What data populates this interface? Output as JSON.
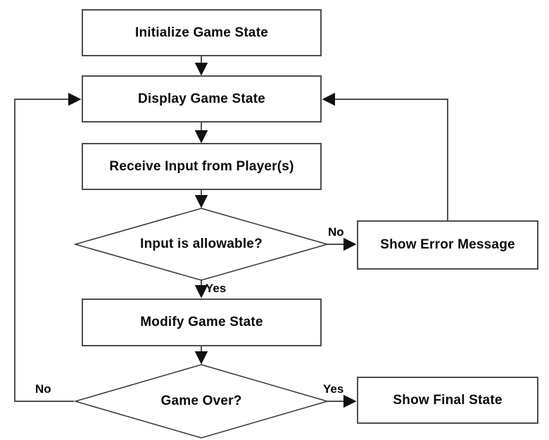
{
  "diagram": {
    "type": "flowchart",
    "background": "#ffffff",
    "colors": {
      "line": "#333333",
      "node_border": "#4d4d4d",
      "node_fill": "#ffffff",
      "text": "#0a0a0a"
    },
    "nodes": {
      "initialize": {
        "label": "Initialize Game State",
        "shape": "rect"
      },
      "display": {
        "label": "Display Game State",
        "shape": "rect"
      },
      "receive": {
        "label": "Receive Input from Player(s)",
        "shape": "rect"
      },
      "input_allowable": {
        "label": "Input is allowable?",
        "shape": "diamond"
      },
      "show_error": {
        "label": "Show Error Message",
        "shape": "rect"
      },
      "modify": {
        "label": "Modify Game State",
        "shape": "rect"
      },
      "game_over": {
        "label": "Game Over?",
        "shape": "diamond"
      },
      "show_final": {
        "label": "Show Final State",
        "shape": "rect"
      }
    },
    "edges": [
      {
        "from": "initialize",
        "to": "display",
        "label": ""
      },
      {
        "from": "display",
        "to": "receive",
        "label": ""
      },
      {
        "from": "receive",
        "to": "input_allowable",
        "label": ""
      },
      {
        "from": "input_allowable",
        "to": "show_error",
        "label": "No"
      },
      {
        "from": "show_error",
        "to": "display",
        "label": ""
      },
      {
        "from": "input_allowable",
        "to": "modify",
        "label": "Yes"
      },
      {
        "from": "modify",
        "to": "game_over",
        "label": ""
      },
      {
        "from": "game_over",
        "to": "show_final",
        "label": "Yes"
      },
      {
        "from": "game_over",
        "to": "display",
        "label": "No"
      }
    ]
  }
}
